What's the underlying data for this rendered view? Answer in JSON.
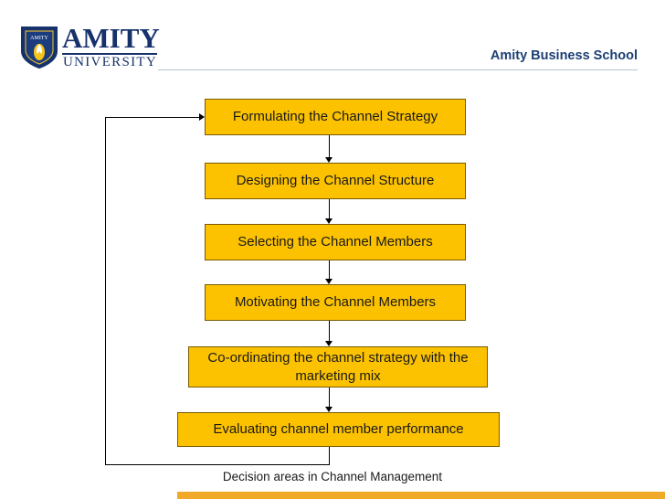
{
  "header": {
    "logo": {
      "brand": "AMITY",
      "subtitle": "UNIVERSITY",
      "shield_text": "AMITY",
      "shield_icon": "flame-shield-icon"
    },
    "title": "Amity Business School"
  },
  "diagram": {
    "type": "flowchart",
    "caption": "Decision areas in Channel Management",
    "box_fill_color": "#FCC200",
    "box_border_color": "#7A5A00",
    "steps": [
      {
        "label": "Formulating the Channel Strategy"
      },
      {
        "label": "Designing the Channel Structure"
      },
      {
        "label": "Selecting the Channel Members"
      },
      {
        "label": "Motivating the Channel Members"
      },
      {
        "label": "Co-ordinating the channel strategy with the marketing mix"
      },
      {
        "label": "Evaluating channel member performance"
      }
    ],
    "feedback_loop": "from last step back to first step"
  },
  "footer": {
    "bar_color": "#F0A929"
  }
}
